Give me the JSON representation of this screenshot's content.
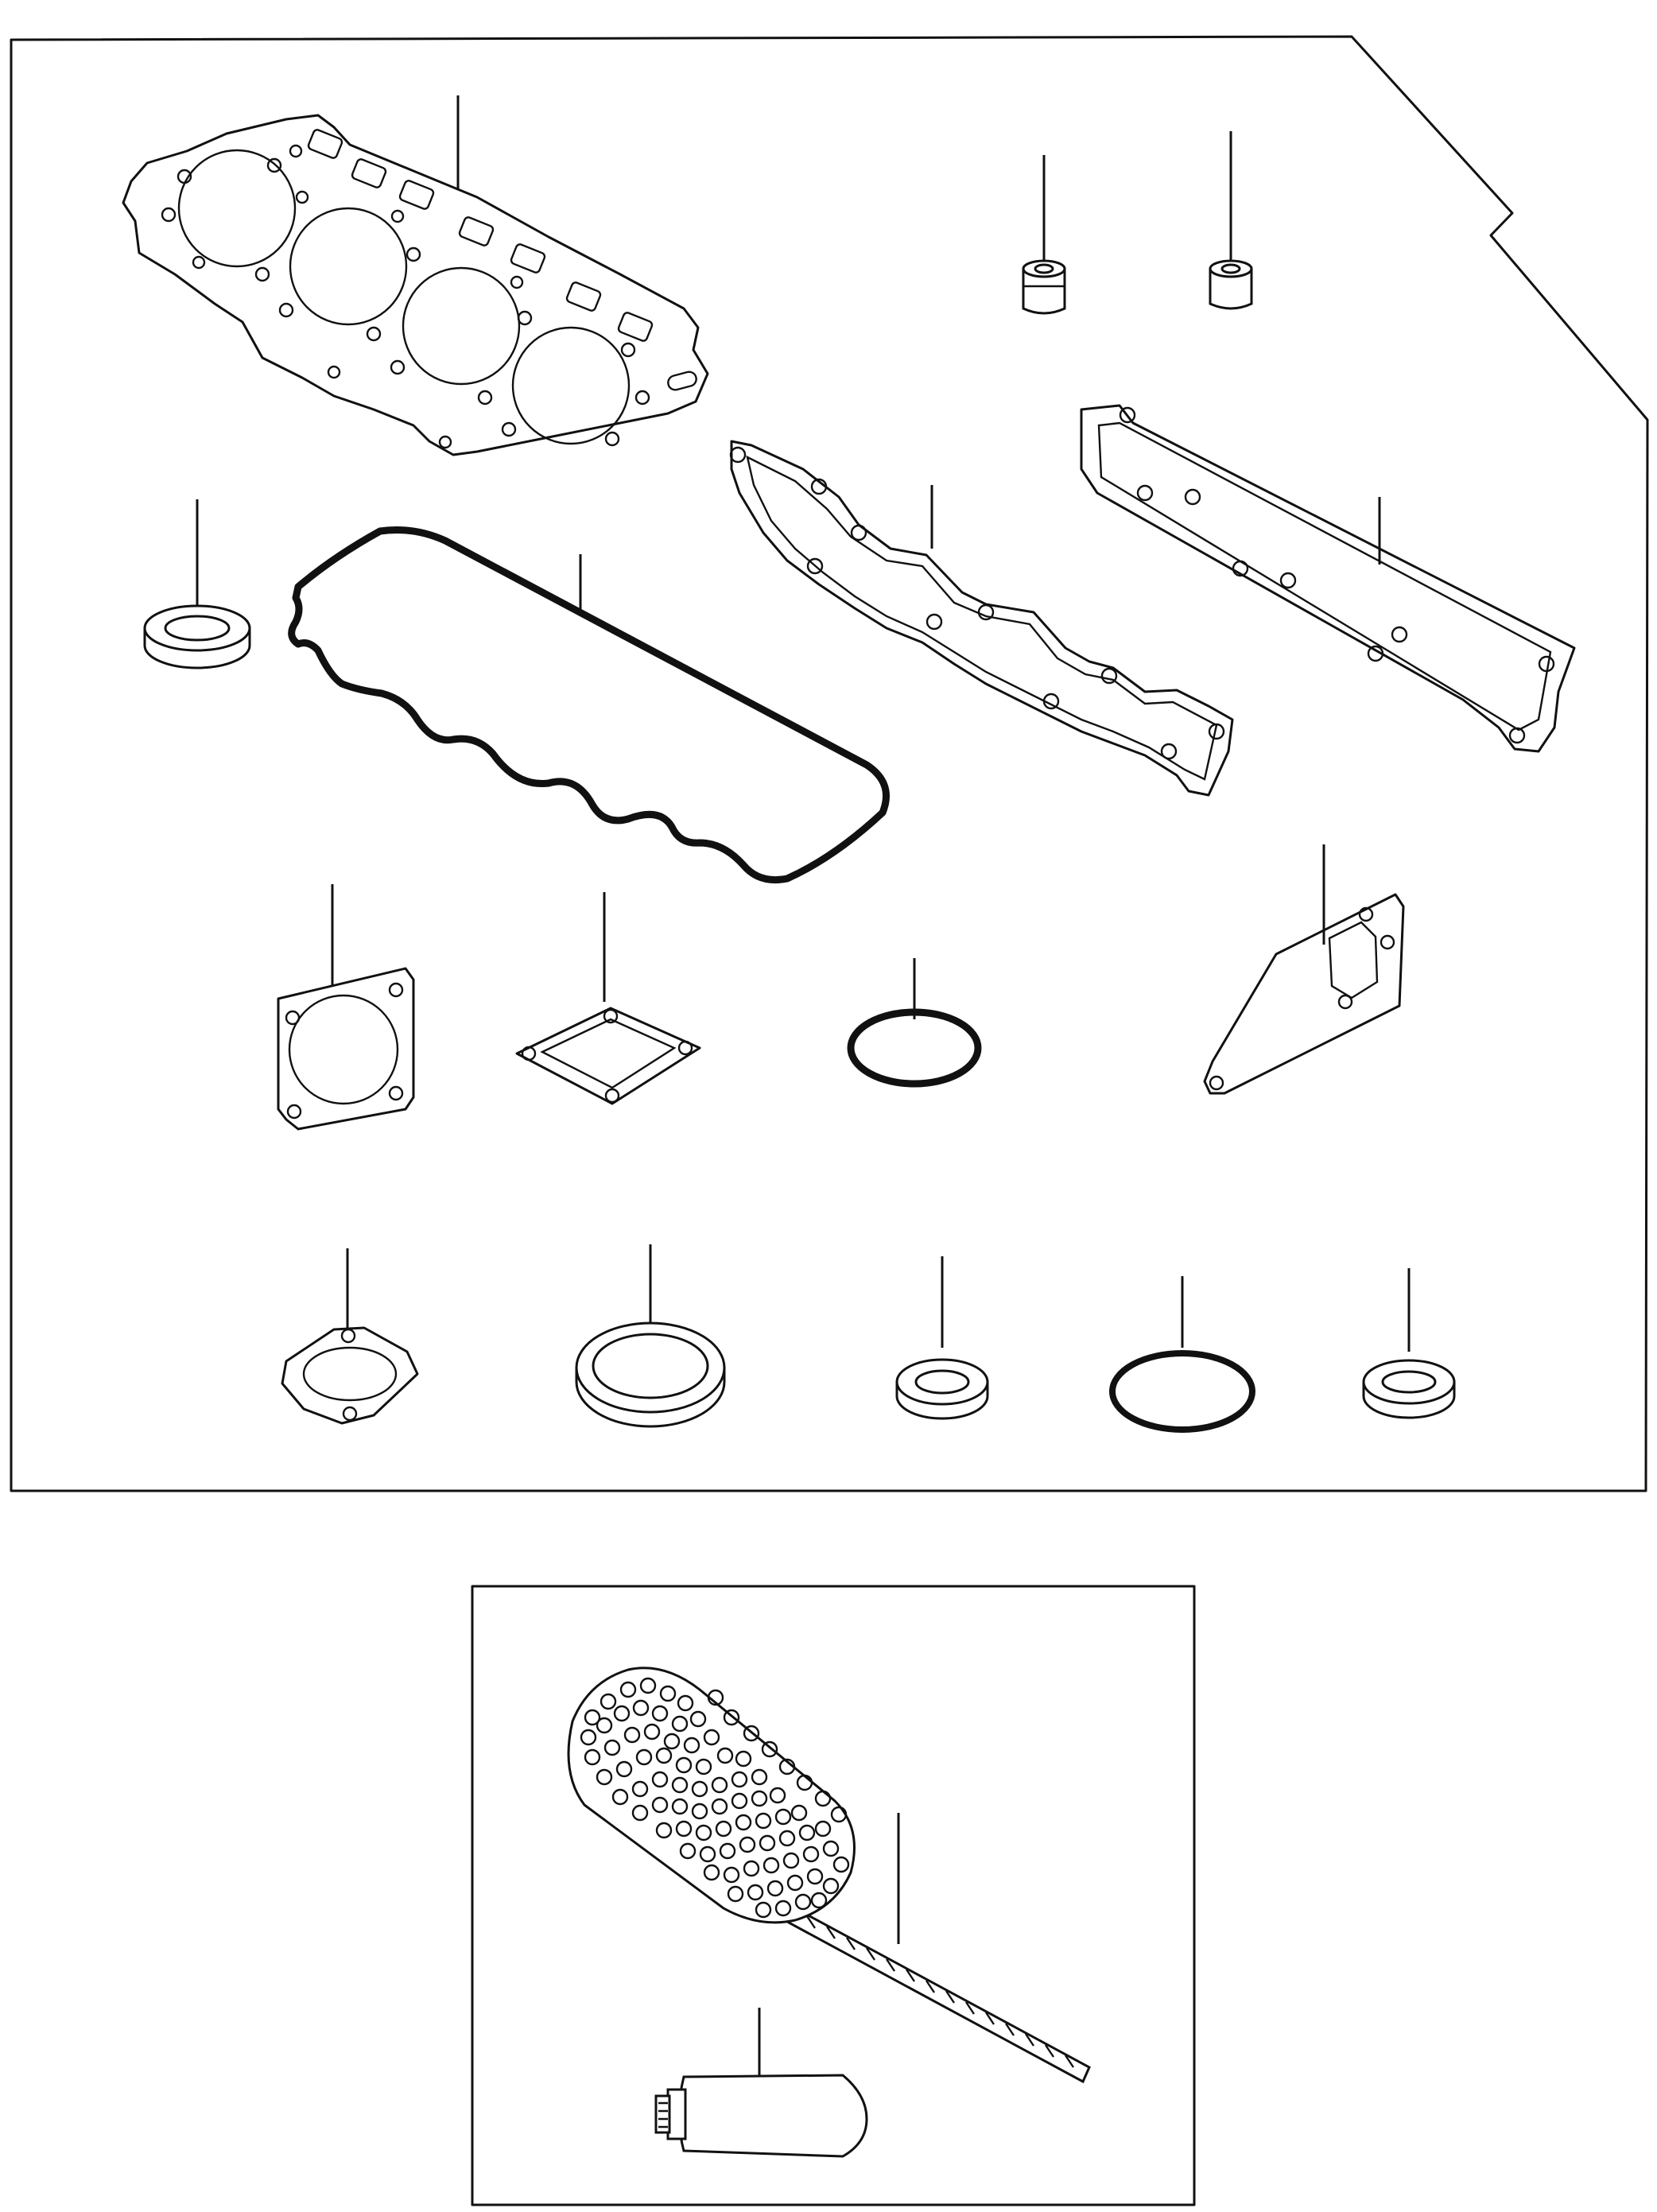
{
  "diagram": {
    "kind": "exploded parts illustration",
    "label_text_present": false,
    "panels": [
      {
        "id": "gasket-kit",
        "part_count": 17
      },
      {
        "id": "decarbon-kit",
        "part_count": 2
      }
    ],
    "colors": {
      "line": "#111111",
      "background": "#ffffff"
    }
  }
}
